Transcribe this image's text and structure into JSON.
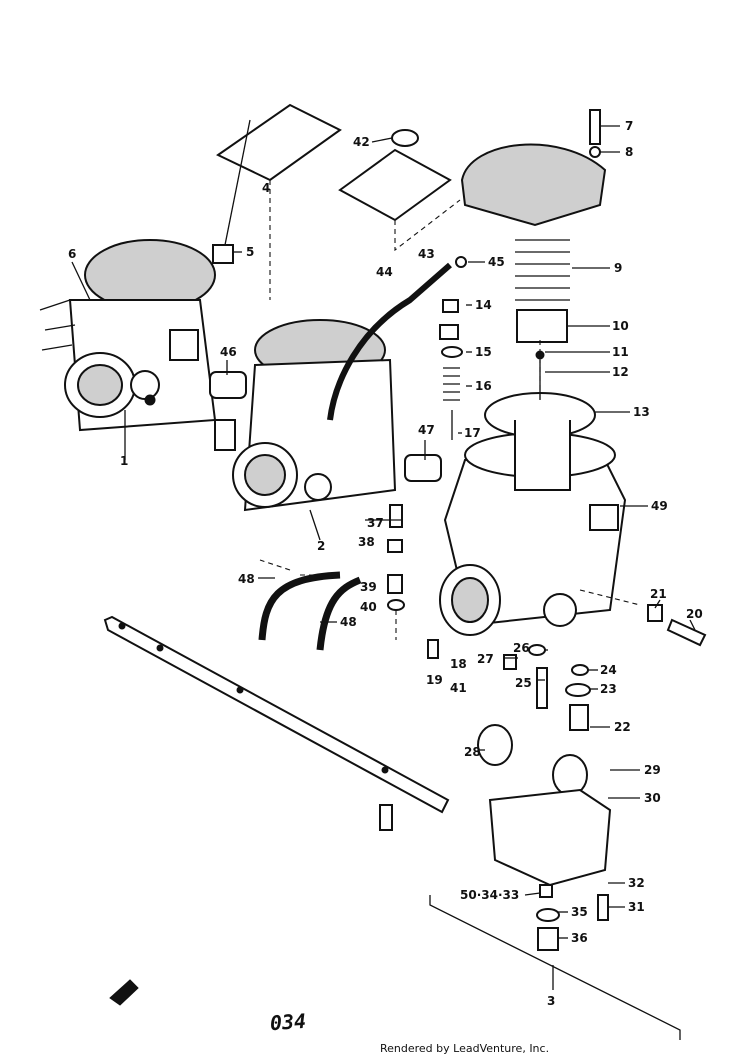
{
  "diagram": {
    "labels": [
      "1",
      "2",
      "3",
      "4",
      "5",
      "6",
      "7",
      "8",
      "9",
      "10",
      "11",
      "12",
      "13",
      "14",
      "15",
      "16",
      "17",
      "18",
      "19",
      "20",
      "21",
      "22",
      "23",
      "24",
      "25",
      "26",
      "27",
      "28",
      "29",
      "30",
      "31",
      "32",
      "35",
      "36",
      "37",
      "38",
      "39",
      "40",
      "41",
      "42",
      "43",
      "44",
      "45",
      "46",
      "47",
      "48",
      "48",
      "49",
      "50·34·33"
    ],
    "page_number": "034",
    "credit": "Rendered by LeadVenture, Inc."
  }
}
